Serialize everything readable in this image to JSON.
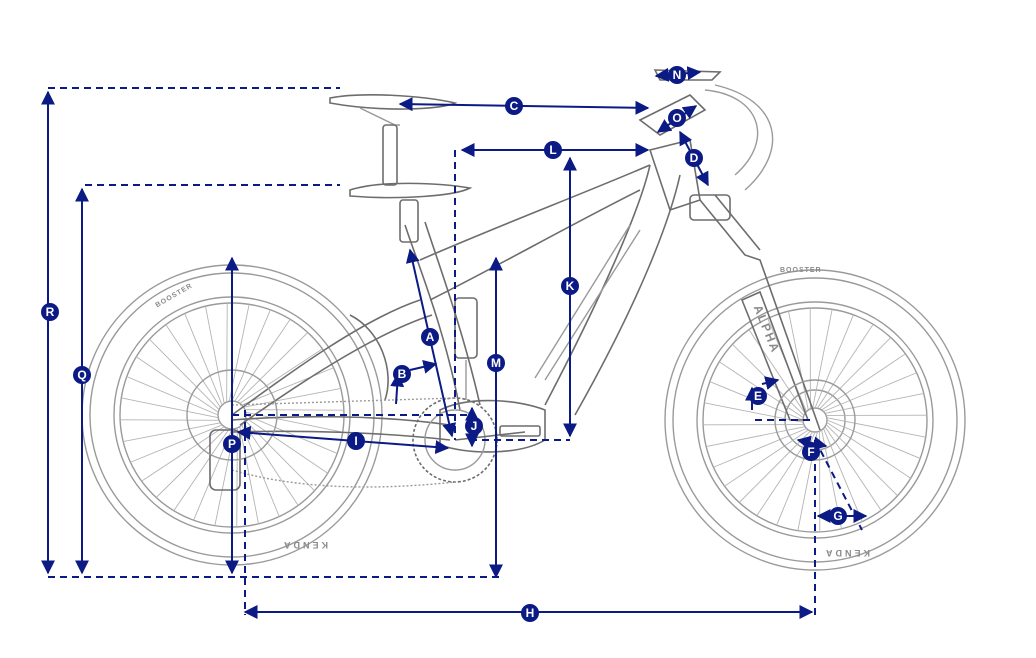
{
  "diagram": {
    "labels": [
      "A",
      "B",
      "C",
      "D",
      "E",
      "F",
      "G",
      "H",
      "I",
      "J",
      "K",
      "L",
      "M",
      "N",
      "O",
      "P",
      "Q",
      "R"
    ],
    "tire_text": "KENDA",
    "tire_model": "BOOSTER",
    "fork_text": "ALPHA",
    "colors": {
      "dimension": "#0b1a84",
      "sketch": "#9a9a9a"
    }
  }
}
